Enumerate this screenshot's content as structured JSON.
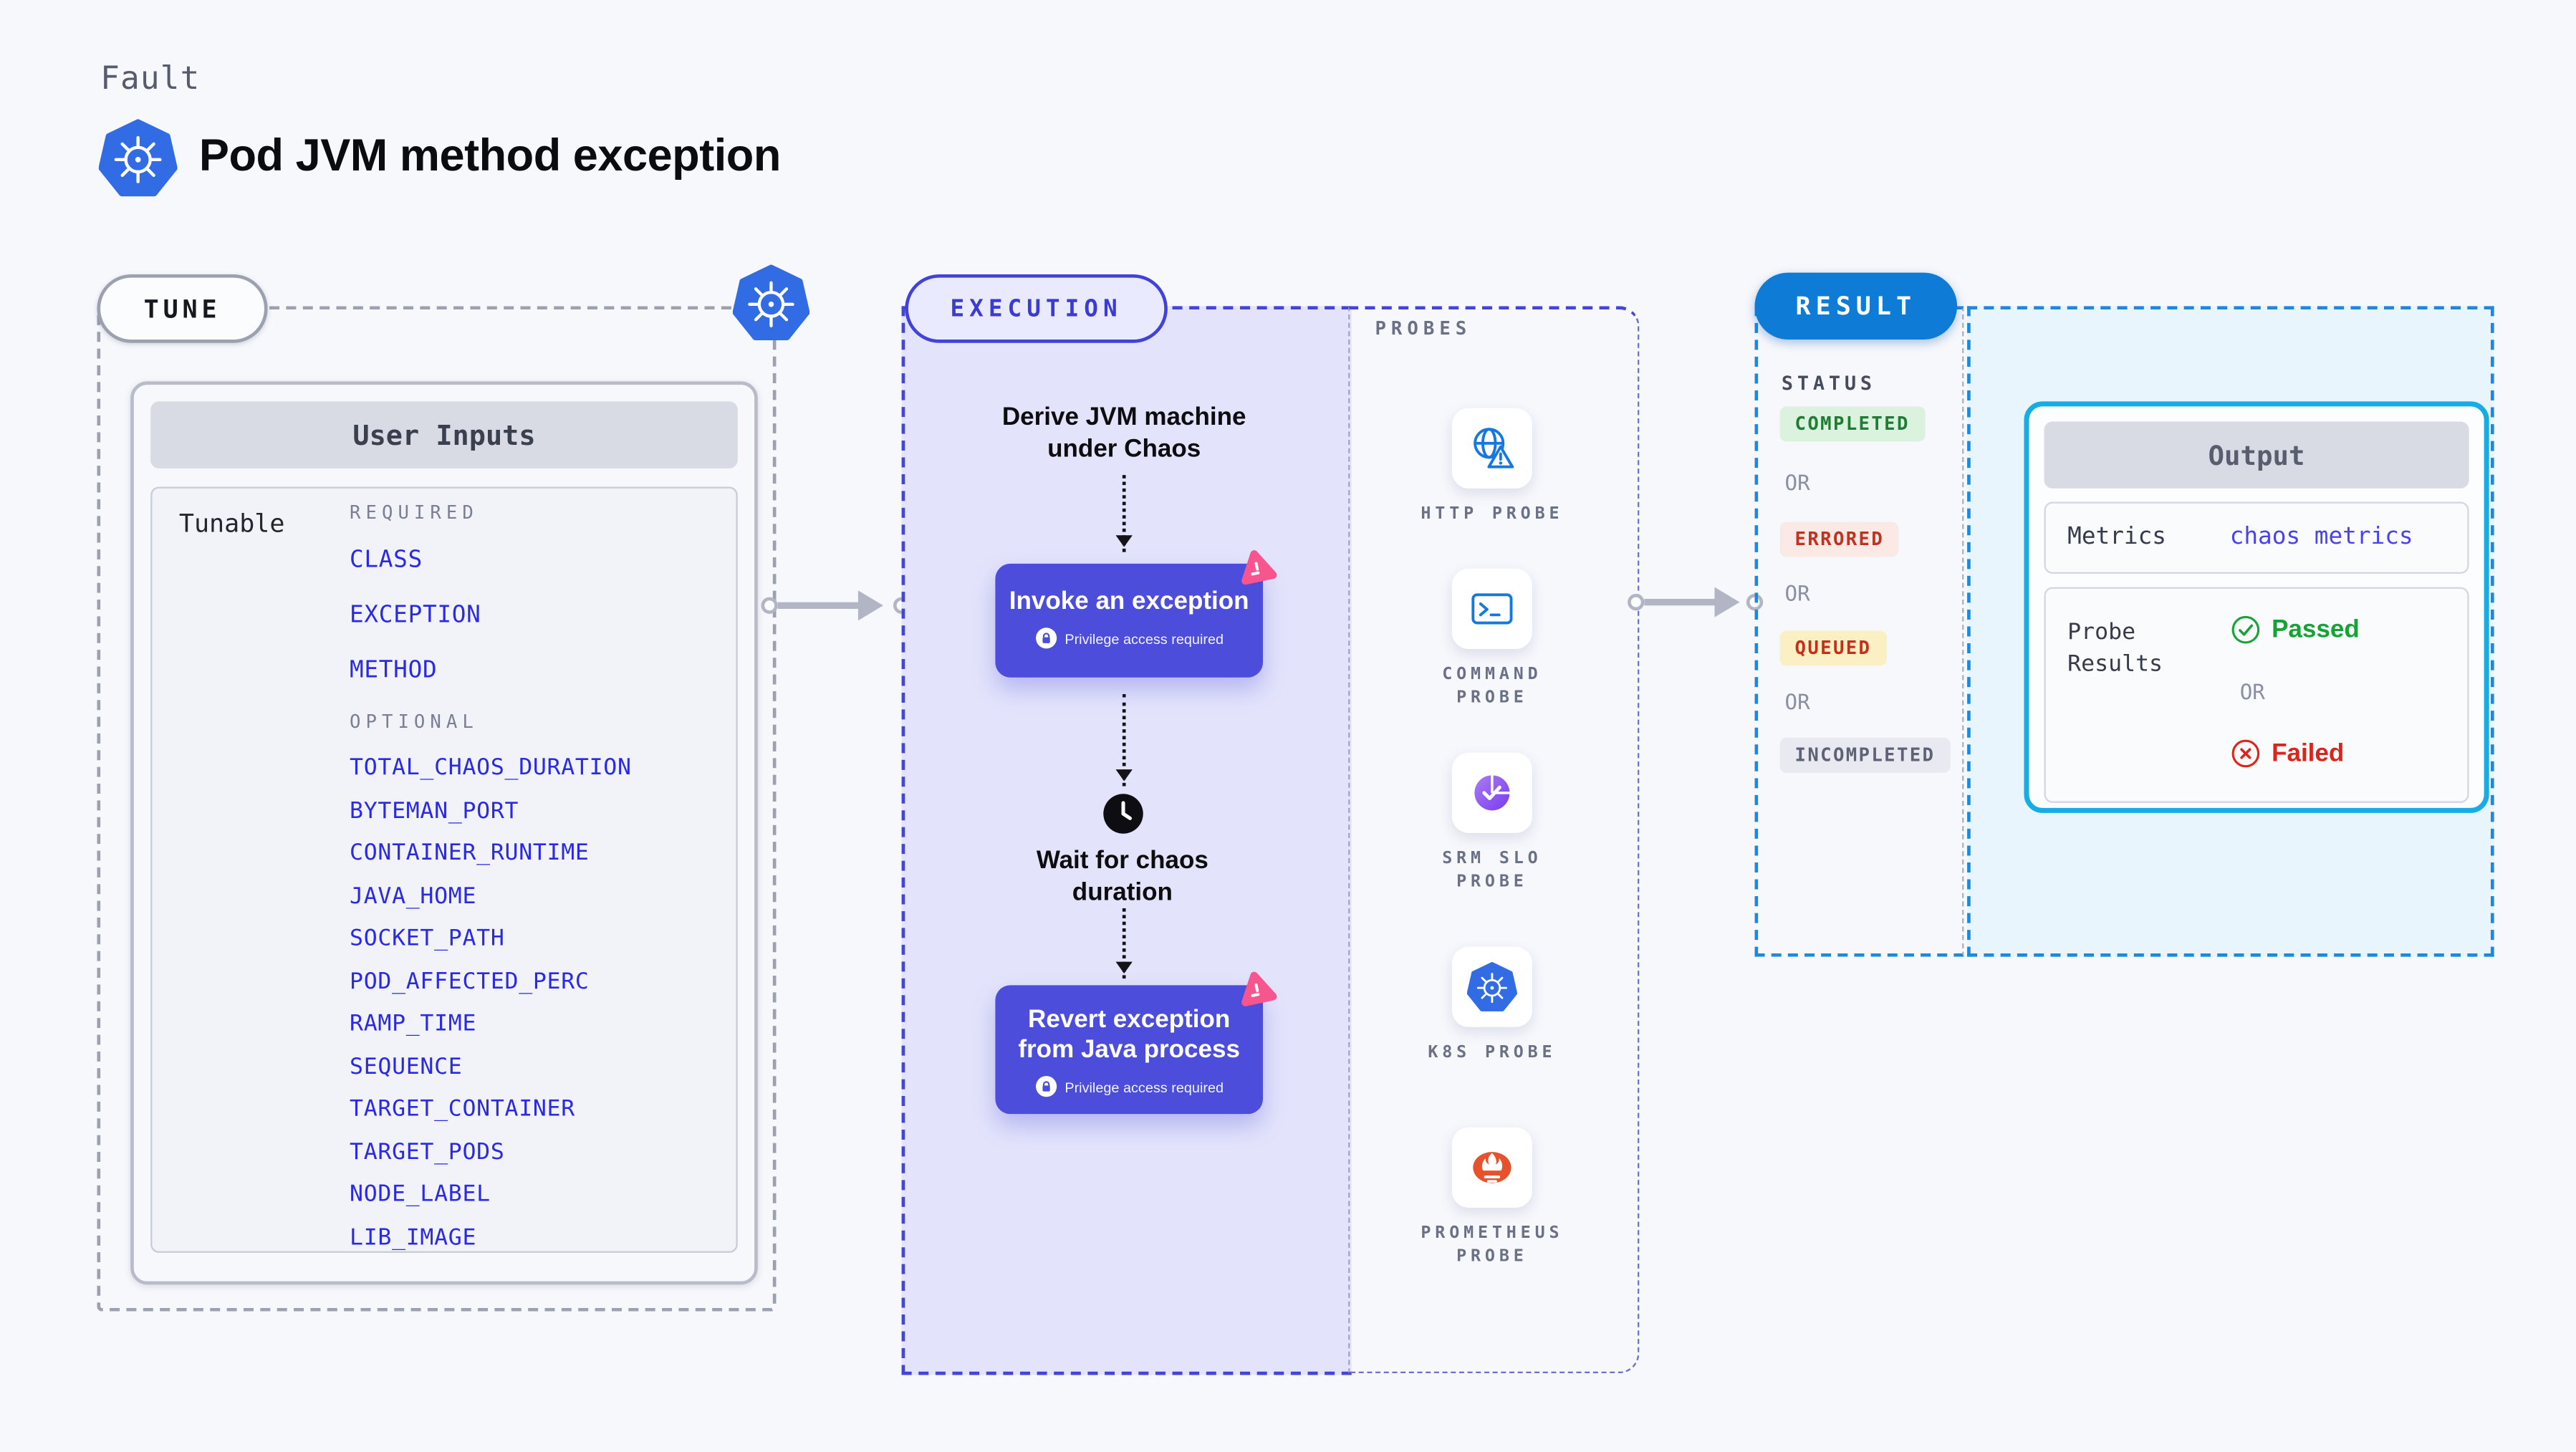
{
  "header": {
    "kicker": "Fault",
    "title": "Pod JVM method exception"
  },
  "tune": {
    "pill": "TUNE",
    "card_title": "User Inputs",
    "row_label": "Tunable",
    "required_label": "REQUIRED",
    "required_items": [
      "CLASS",
      "EXCEPTION",
      "METHOD"
    ],
    "optional_label": "OPTIONAL",
    "optional_items": [
      "TOTAL_CHAOS_DURATION",
      "BYTEMAN_PORT",
      "CONTAINER_RUNTIME",
      "JAVA_HOME",
      "SOCKET_PATH",
      "POD_AFFECTED_PERC",
      "RAMP_TIME",
      "SEQUENCE",
      "TARGET_CONTAINER",
      "TARGET_PODS",
      "NODE_LABEL",
      "LIB_IMAGE"
    ]
  },
  "execution": {
    "pill": "EXECUTION",
    "derive_label": "Derive JVM machine under Chaos",
    "invoke_label": "Invoke an exception",
    "wait_label": "Wait for chaos duration",
    "revert_label": "Revert exception from Java process",
    "privilege_note": "Privilege access required"
  },
  "probes": {
    "label": "PROBES",
    "items": [
      {
        "name": "HTTP PROBE",
        "icon": "http-probe-icon"
      },
      {
        "name": "COMMAND PROBE",
        "icon": "command-probe-icon"
      },
      {
        "name": "SRM SLO PROBE",
        "icon": "srm-slo-probe-icon"
      },
      {
        "name": "K8S PROBE",
        "icon": "k8s-probe-icon"
      },
      {
        "name": "PROMETHEUS PROBE",
        "icon": "prometheus-probe-icon"
      }
    ]
  },
  "result": {
    "pill": "RESULT",
    "status_label": "STATUS",
    "or_label": "OR",
    "statuses": {
      "completed": "COMPLETED",
      "errored": "ERRORED",
      "queued": "QUEUED",
      "incompleted": "INCOMPLETED"
    },
    "output": {
      "title": "Output",
      "metrics_label": "Metrics",
      "metrics_value": "chaos metrics",
      "probe_results_label": "Probe Results",
      "passed_label": "Passed",
      "or_label": "OR",
      "failed_label": "Failed"
    }
  },
  "colors": {
    "kubernetes_blue": "#326CE5",
    "execution_indigo": "#4C4DDB",
    "litmus_pink": "#F6558E",
    "result_blue": "#0E7CD6",
    "output_cyan": "#16ACE4",
    "success_green": "#17A236",
    "error_red": "#DA251A",
    "probe_icon_blue": "#1478E0",
    "prometheus_orange": "#E6522C",
    "srm_purple": "#8A52F2"
  }
}
